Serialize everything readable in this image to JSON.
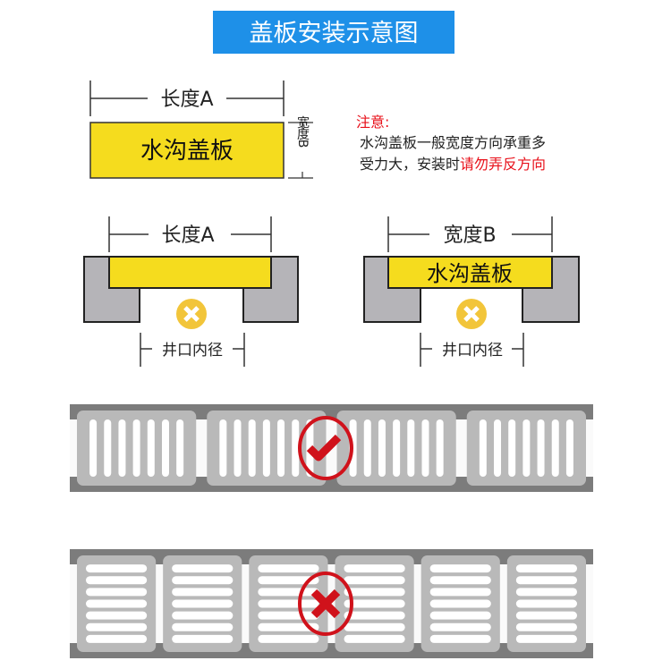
{
  "title": "盖板安装示意图",
  "top_diagram": {
    "length_label": "长度A",
    "width_label": "宽度B",
    "plate_label": "水沟盖板"
  },
  "notice": {
    "heading": "注意:",
    "line1": "水沟盖板一般宽度方向承重多",
    "line2_normal": "受力大，安装时",
    "line2_warning": "请勿弄反方向"
  },
  "left_section": {
    "dimension_label": "长度A",
    "opening_label": "井口内径"
  },
  "right_section": {
    "dimension_label": "宽度B",
    "plate_label": "水沟盖板",
    "opening_label": "井口内径"
  },
  "installations": [
    {
      "status": "correct",
      "icon": "check-icon",
      "grates": 4,
      "slot_orientation": "vertical"
    },
    {
      "status": "wrong",
      "icon": "cross-icon",
      "grates": 6,
      "slot_orientation": "horizontal"
    }
  ],
  "colors": {
    "banner": "#1e90e8",
    "plate": "#f5dc1e",
    "frame": "#b5b4b8",
    "warning": "#e8101a",
    "mark": "#d0121b"
  }
}
